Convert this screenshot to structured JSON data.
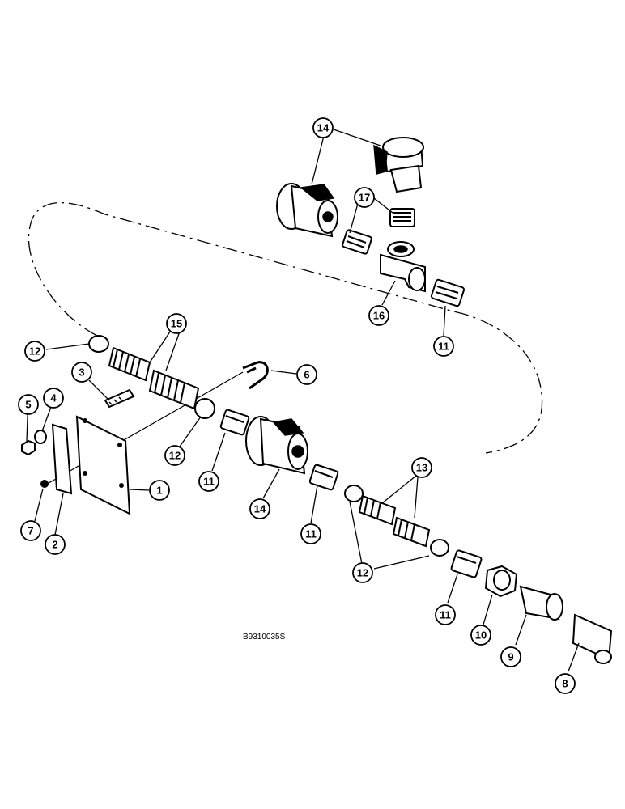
{
  "drawing_code": "B9310035S",
  "callouts": [
    {
      "label": "14"
    },
    {
      "label": "17"
    },
    {
      "label": "16"
    },
    {
      "label": "11"
    },
    {
      "label": "12"
    },
    {
      "label": "15"
    },
    {
      "label": "3"
    },
    {
      "label": "6"
    },
    {
      "label": "5"
    },
    {
      "label": "4"
    },
    {
      "label": "12"
    },
    {
      "label": "11"
    },
    {
      "label": "1"
    },
    {
      "label": "14"
    },
    {
      "label": "7"
    },
    {
      "label": "2"
    },
    {
      "label": "11"
    },
    {
      "label": "13"
    },
    {
      "label": "12"
    },
    {
      "label": "11"
    },
    {
      "label": "10"
    },
    {
      "label": "9"
    },
    {
      "label": "8"
    }
  ]
}
